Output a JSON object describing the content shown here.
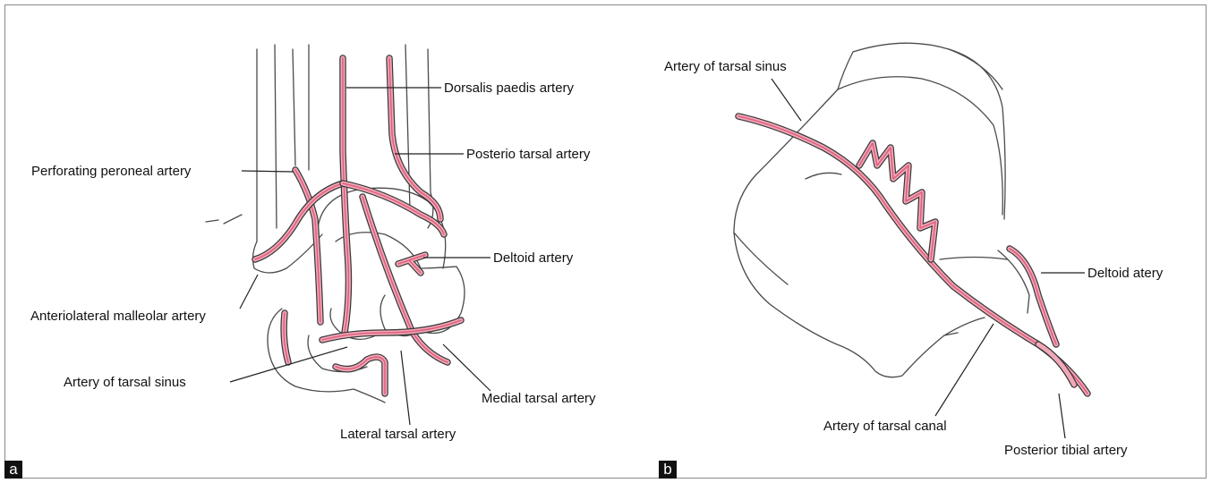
{
  "panel_a": {
    "tag": "a",
    "labels": {
      "dorsalis": "Dorsalis paedis artery",
      "posterio": "Posterio tarsal artery",
      "perforating": "Perforating peroneal artery",
      "deltoid": "Deltoid artery",
      "anteriolateral": "Anteriolateral malleolar artery",
      "tarsal_sinus": "Artery of tarsal sinus",
      "medial_tarsal": "Medial tarsal artery",
      "lateral_tarsal": "Lateral tarsal artery"
    }
  },
  "panel_b": {
    "tag": "b",
    "labels": {
      "tarsal_sinus": "Artery of tarsal sinus",
      "deltoid": "Deltoid atery",
      "tarsal_canal": "Artery of tarsal canal",
      "posterior_tibial": "Posterior tibial artery"
    }
  },
  "colors": {
    "artery_fill": "#f1a8b8",
    "artery_core": "#e0607e",
    "outline": "#3a3a3a"
  }
}
